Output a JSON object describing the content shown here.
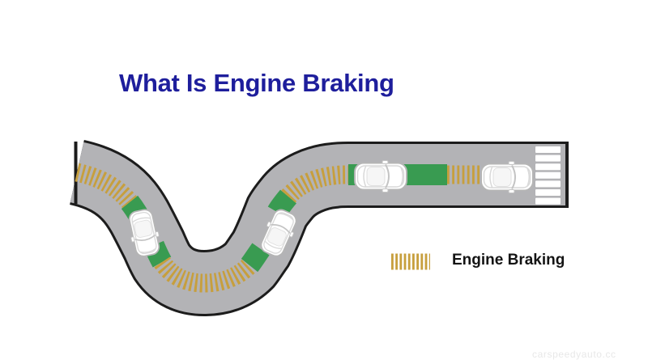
{
  "title": {
    "label": "What Is Engine Braking"
  },
  "legend": {
    "label": "Engine Braking"
  },
  "watermark": {
    "label": "carspeedyauto.cc"
  },
  "colors": {
    "background": "#ffffff",
    "title-blue": "#1e1e9c",
    "road-gray": "#b3b3b6",
    "road-border": "#1c1c1c",
    "stripe-gold": "#c79f3d",
    "zone-green": "#399b51",
    "crosswalk-white": "#ffffff",
    "legend-text": "#141414",
    "watermark-gray": "#e8e8e8",
    "car-body": "#ffffff",
    "car-outline": "#b5b5b5"
  },
  "diagram": {
    "description": "S-curved road seen from above: four cars travel left-to-right through a dip toward a crosswalk; dashed gold segments mark engine-braking zones, green segments mark normal driving zones",
    "car_count": 4,
    "engine_braking_zone_count": 4,
    "green_zone_count": 5,
    "crosswalk_bar_count": 7
  }
}
